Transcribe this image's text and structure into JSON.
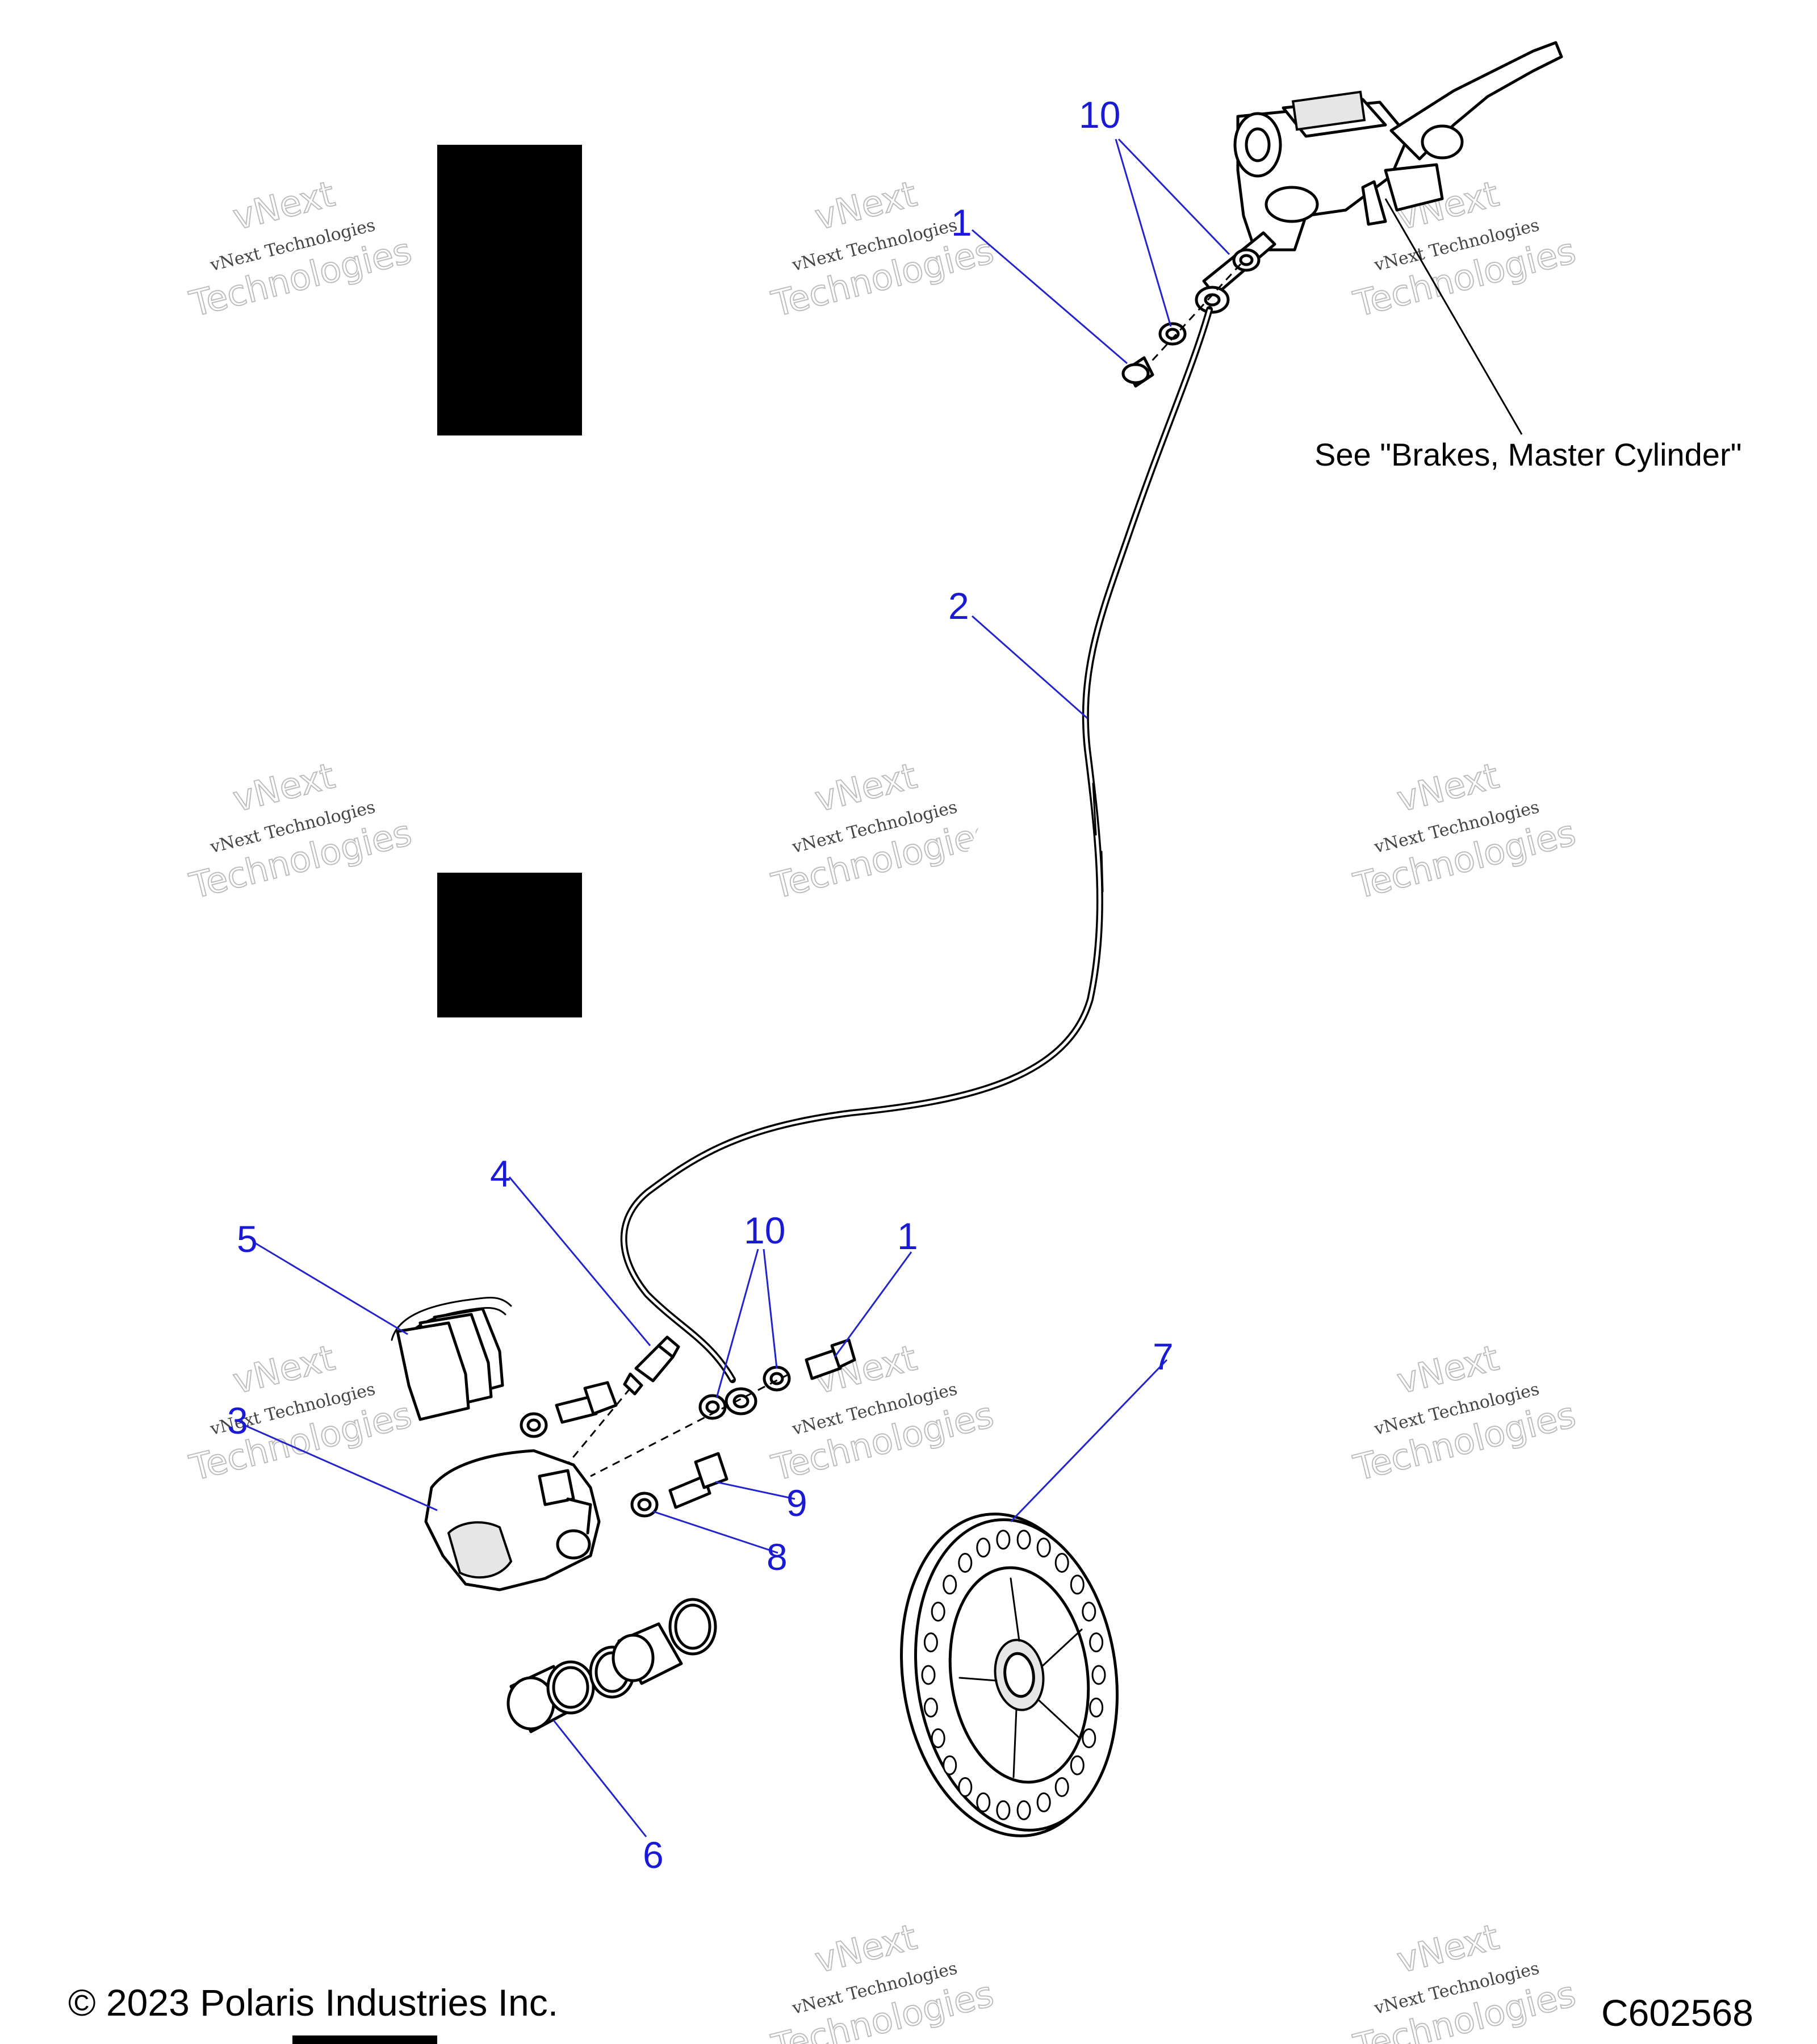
{
  "diagram": {
    "callouts": {
      "master_cylinder_washers": "10",
      "master_cylinder_bolt": "1",
      "brake_line": "2",
      "caliper": "3",
      "bleeder": "4",
      "brake_pads": "5",
      "piston": "6",
      "brake_disc": "7",
      "washer": "8",
      "caliper_bolt": "9",
      "caliper_washers": "10",
      "caliper_banjo_bolt": "1"
    },
    "reference_note": "See \"Brakes, Master Cylinder\""
  },
  "watermark": {
    "line1": "vNext Technologies",
    "line2": "Technologies",
    "arc": "vNext"
  },
  "footer": {
    "copyright": "© 2023 Polaris Industries Inc.",
    "code": "C602568"
  }
}
